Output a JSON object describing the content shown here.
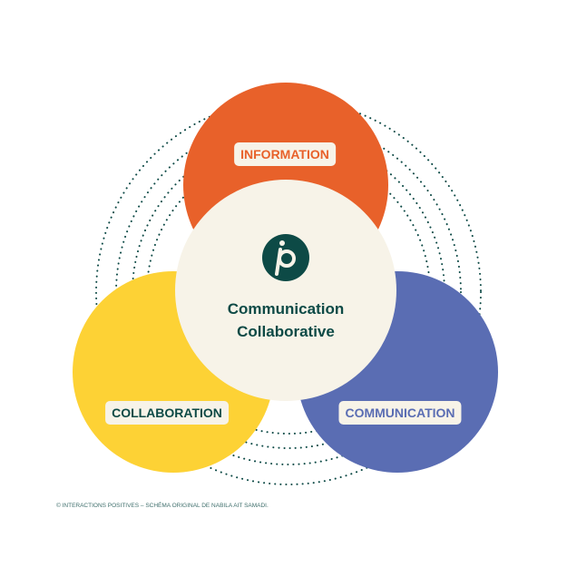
{
  "labels": {
    "information": "INFORMATION",
    "collaboration": "COLLABORATION",
    "communication": "COMMUNICATION"
  },
  "center": {
    "line1": "Communication",
    "line2": "Collaborative",
    "logo_text": "ip"
  },
  "credit": "© INTERACTIONS POSITIVES – SCHÉMA ORIGINAL DE NABILA AIT SAMADI.",
  "colors": {
    "orange": "#e8612a",
    "yellow": "#fdd235",
    "blue": "#5a6db3",
    "cream": "#f7f3e8",
    "teal": "#0d4a46"
  }
}
